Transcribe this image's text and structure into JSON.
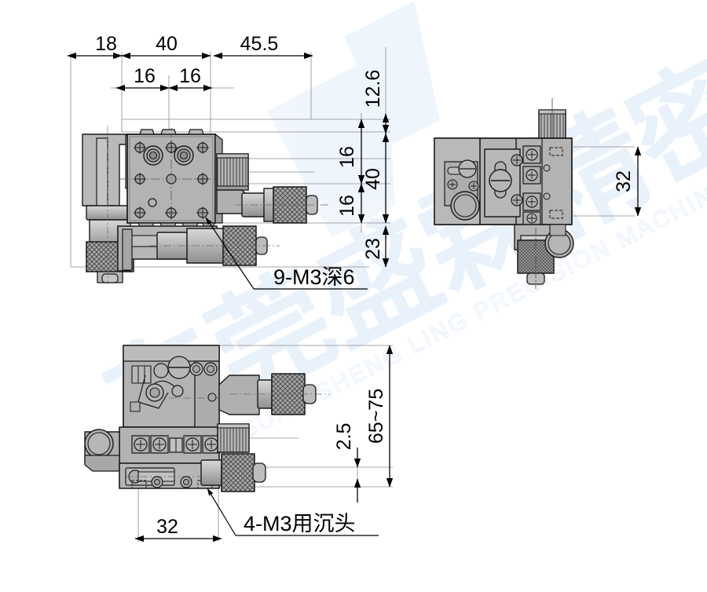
{
  "drawing": {
    "title": "XYZ-axis precision micrometer stage dimensional drawing",
    "units": "mm",
    "sheet_width": 900,
    "sheet_height": 754,
    "background_color": "#ffffff",
    "line_color": "#000000",
    "thin_line_color": "#808080",
    "metal_fill": "#b3b3b3",
    "metal_fill_light": "#c9c9c9",
    "metal_fill_dark": "#9a9a9a",
    "knurl_color": "#8c8c8c",
    "watermark_color": "#eaf2fb"
  },
  "views": [
    {
      "id": "top-view",
      "name": "top-plan-view",
      "label": ""
    },
    {
      "id": "side-view",
      "name": "right-side-view",
      "label": ""
    },
    {
      "id": "front-view",
      "name": "front-elevation-view",
      "label": ""
    }
  ],
  "dimensions": {
    "top_chain": [
      {
        "id": "d18",
        "value": "18",
        "orientation": "horizontal"
      },
      {
        "id": "d40",
        "value": "40",
        "orientation": "horizontal"
      },
      {
        "id": "d45_5",
        "value": "45.5",
        "orientation": "horizontal"
      }
    ],
    "sub_chain": [
      {
        "id": "d16a",
        "value": "16",
        "orientation": "horizontal"
      },
      {
        "id": "d16b",
        "value": "16",
        "orientation": "horizontal"
      }
    ],
    "right_chain_inner": [
      {
        "id": "v16a",
        "value": "16",
        "orientation": "vertical"
      },
      {
        "id": "v16b",
        "value": "16",
        "orientation": "vertical"
      }
    ],
    "right_chain_outer": [
      {
        "id": "v12_6",
        "value": "12.6",
        "orientation": "vertical"
      },
      {
        "id": "v40",
        "value": "40",
        "orientation": "vertical"
      },
      {
        "id": "v23",
        "value": "23",
        "orientation": "vertical"
      }
    ],
    "side_view": [
      {
        "id": "s32",
        "value": "32",
        "orientation": "vertical"
      }
    ],
    "front_view": [
      {
        "id": "f65_75",
        "value": "65~75",
        "orientation": "vertical"
      },
      {
        "id": "f2_5",
        "value": "2.5",
        "orientation": "vertical"
      },
      {
        "id": "f32",
        "value": "32",
        "orientation": "horizontal"
      }
    ]
  },
  "callouts": [
    {
      "id": "callout-9-m3",
      "text": "9-M3深6",
      "target_view": "top-view"
    },
    {
      "id": "callout-4-m3",
      "text": "4-M3用沉头",
      "target_view": "front-view"
    }
  ],
  "watermark": {
    "cn_text": "东莞盛霖精密机械有限公司",
    "en_text": "DONGGUAN SHENG LING PRECISION MACHINERY CO., LTD",
    "logo_text": "SL"
  }
}
